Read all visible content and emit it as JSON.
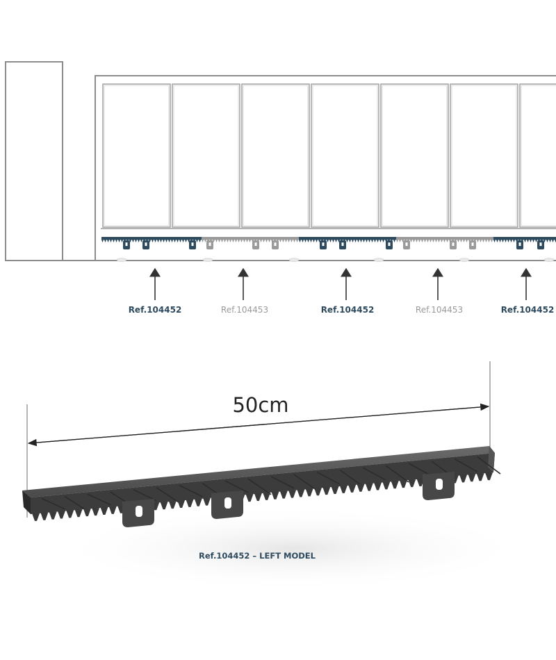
{
  "gate_diagram": {
    "refs": [
      {
        "label": "Ref.104452",
        "variant": "left"
      },
      {
        "label": "Ref.104453",
        "variant": "right"
      },
      {
        "label": "Ref.104452",
        "variant": "left"
      },
      {
        "label": "Ref.104453",
        "variant": "right"
      },
      {
        "label": "Ref.104452",
        "variant": "left"
      }
    ]
  },
  "rack_detail": {
    "dimension_label": "50cm",
    "caption": "Ref.104452 – LEFT MODEL"
  },
  "colors": {
    "gate_outline": "#8c8c8c",
    "left_model": "#2e4a5e",
    "right_model": "#9a9a9a",
    "rack_body": "#3c3c3c",
    "arrow": "#333333"
  }
}
